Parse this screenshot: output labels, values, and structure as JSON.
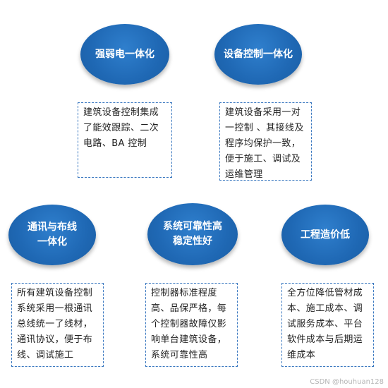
{
  "items": [
    {
      "title": "强弱电一体化",
      "description": "建筑设备控制集成了能效跟踪、二次电路、BA 控制"
    },
    {
      "title": "设备控制一体化",
      "description": "建筑设备采用一对一控制 、其接线及程序均保护一致，便于施工、调试及运维管理"
    },
    {
      "title": "通讯与布线\n一体化",
      "description": "所有建筑设备控制系统采用一根通讯总线统一了线材，通讯协议，便于布线、调试施工"
    },
    {
      "title": "系统可靠性高\n稳定性好",
      "description": "控制器标准程度高、品保严格，每个控制器故障仅影响单台建筑设备，系统可靠性高"
    },
    {
      "title": "工程造价低",
      "description": "全方位降低管材成本、施工成本、调试服务成本、平台软件成本与后期运维成本"
    }
  ],
  "watermark": "CSDN @houhuan128",
  "colors": {
    "circle_fill": "#1f68b4",
    "box_border": "#3a78c0",
    "text": "#222222"
  }
}
